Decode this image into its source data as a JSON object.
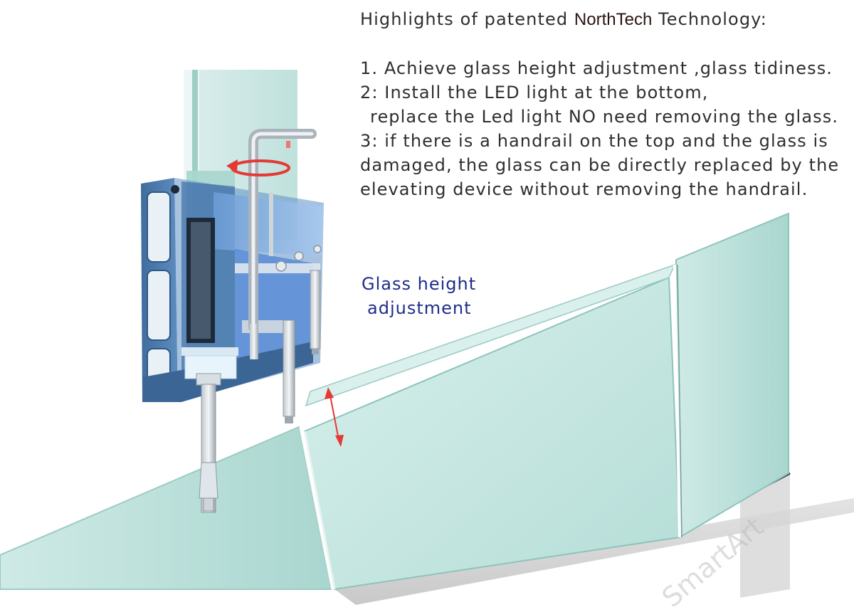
{
  "header": {
    "title_prefix": "Highlights of patented ",
    "title_brand": "NorthTech",
    "title_suffix": " Technology:",
    "brand_color": "#2a1414"
  },
  "highlights": {
    "line1": "1. Achieve glass height adjustment ,glass tidiness.",
    "line2": "2: Install the LED light at the bottom,",
    "line3": "replace the Led light NO need removing the glass.",
    "line4": "3: if there is a handrail on the top and the glass is",
    "line5": "damaged, the glass can be directly replaced by the",
    "line6": "elevating device without removing the handrail."
  },
  "callout": {
    "line1": "Glass height",
    "line2": "adjustment",
    "color": "#1f2d8a"
  },
  "watermark": {
    "text": "SmartArt"
  },
  "colors": {
    "profile": "#4a78a8",
    "glass": "#c8e8e4",
    "arrow": "#e53935",
    "text": "#2e2e2e"
  },
  "icons": {
    "rotation": "rotation-arrow-icon",
    "height": "double-arrow-vertical-icon"
  }
}
